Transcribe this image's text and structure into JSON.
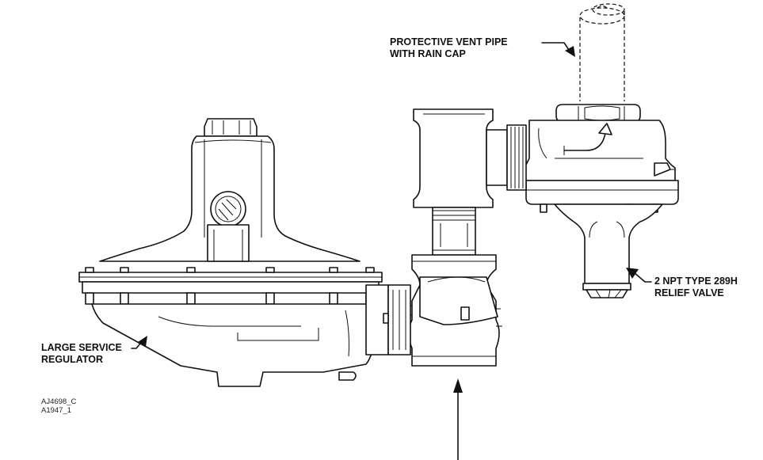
{
  "labels": {
    "vent_pipe_line1": "PROTECTIVE VENT PIPE",
    "vent_pipe_line2": "WITH RAIN CAP",
    "relief_line1": "2 NPT TYPE 289H",
    "relief_line2": "RELIEF VALVE",
    "regulator_line1": "LARGE SERVICE",
    "regulator_line2": "REGULATOR"
  },
  "drawing_codes": {
    "code1": "AJ4698_C",
    "code2": "A1947_1"
  },
  "colors": {
    "line": "#111111",
    "background": "#ffffff"
  }
}
